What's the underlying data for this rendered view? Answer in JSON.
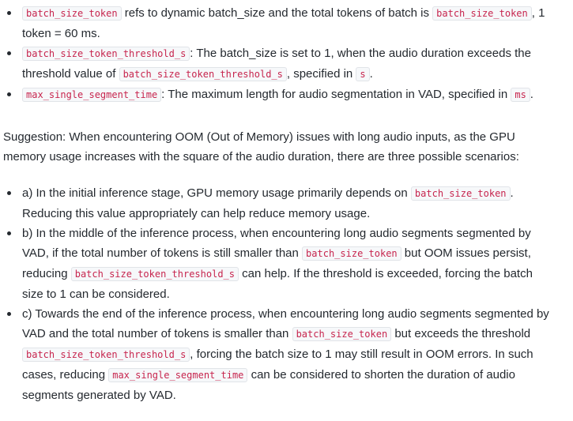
{
  "params": [
    {
      "code": "batch_size_token",
      "text1": " refs to dynamic batch_size and the total tokens of batch is ",
      "code2": "batch_size_token",
      "text2": ", 1 token = 60 ms."
    },
    {
      "code": "batch_size_token_threshold_s",
      "text1": ": The batch_size is set to 1, when the audio duration exceeds the threshold value of ",
      "code2": "batch_size_token_threshold_s",
      "text2": ", specified in ",
      "code3": "s",
      "text3": "."
    },
    {
      "code": "max_single_segment_time",
      "text1": ": The maximum length for audio segmentation in VAD, specified in ",
      "code2": "ms",
      "text2": "."
    }
  ],
  "suggestion": "Suggestion: When encountering OOM (Out of Memory) issues with long audio inputs, as the GPU memory usage increases with the square of the audio duration, there are three possible scenarios:",
  "scenarios": [
    {
      "text1": "a) In the initial inference stage, GPU memory usage primarily depends on ",
      "code1": "batch_size_token",
      "text2": ". Reducing this value appropriately can help reduce memory usage."
    },
    {
      "text1": "b) In the middle of the inference process, when encountering long audio segments segmented by VAD, if the total number of tokens is still smaller than ",
      "code1": "batch_size_token",
      "text2": " but OOM issues persist, reducing ",
      "code2": "batch_size_token_threshold_s",
      "text3": " can help. If the threshold is exceeded, forcing the batch size to 1 can be considered."
    },
    {
      "text1": "c) Towards the end of the inference process, when encountering long audio segments segmented by VAD and the total number of tokens is smaller than ",
      "code1": "batch_size_token",
      "text2": " but exceeds the threshold ",
      "code2": "batch_size_token_threshold_s",
      "text3": ", forcing the batch size to 1 may still result in OOM errors. In such cases, reducing ",
      "code3": "max_single_segment_time",
      "text4": " can be considered to shorten the duration of audio segments generated by VAD."
    }
  ]
}
